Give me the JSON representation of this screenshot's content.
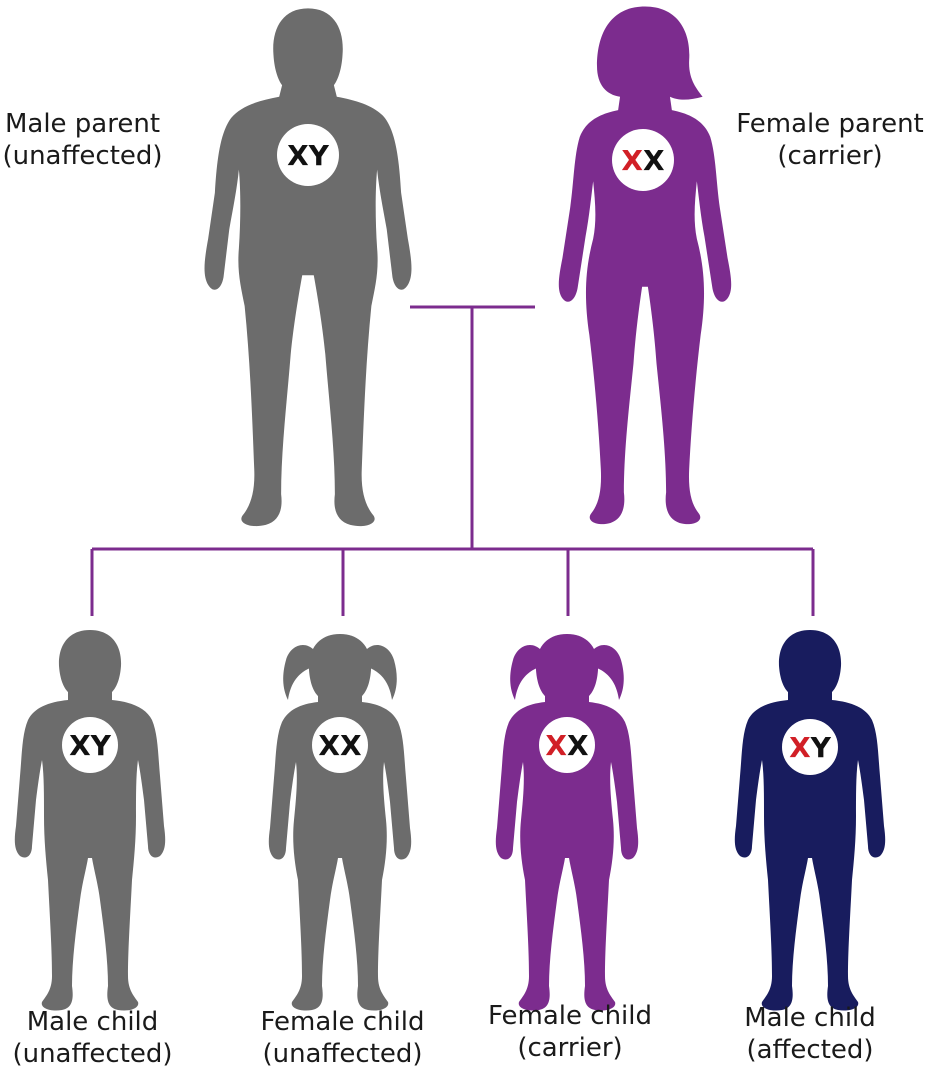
{
  "colors": {
    "unaffected": "#6c6c6c",
    "carrier": "#7c2c8e",
    "affected": "#181c5e",
    "line": "#7c2c8e",
    "x_normal": "#111111",
    "x_mutated": "#d11f26",
    "circle": "#ffffff"
  },
  "parents": [
    {
      "id": "male-parent",
      "line1": "Male parent",
      "line2": "(unaffected)",
      "body": "adult-male",
      "status": "unaffected",
      "genotype": [
        {
          "c": "X",
          "mutated": false
        },
        {
          "c": "Y",
          "mutated": false
        }
      ]
    },
    {
      "id": "female-parent",
      "line1": "Female parent",
      "line2": "(carrier)",
      "body": "adult-female",
      "status": "carrier",
      "genotype": [
        {
          "c": "X",
          "mutated": true
        },
        {
          "c": "X",
          "mutated": false
        }
      ]
    }
  ],
  "children": [
    {
      "id": "male-child-unaffected",
      "line1": "Male child",
      "line2": "(unaffected)",
      "body": "boy",
      "status": "unaffected",
      "genotype": [
        {
          "c": "X",
          "mutated": false
        },
        {
          "c": "Y",
          "mutated": false
        }
      ]
    },
    {
      "id": "female-child-unaffected",
      "line1": "Female child",
      "line2": "(unaffected)",
      "body": "girl",
      "status": "unaffected",
      "genotype": [
        {
          "c": "X",
          "mutated": false
        },
        {
          "c": "X",
          "mutated": false
        }
      ]
    },
    {
      "id": "female-child-carrier",
      "line1": "Female child",
      "line2": "(carrier)",
      "body": "girl",
      "status": "carrier",
      "genotype": [
        {
          "c": "X",
          "mutated": true
        },
        {
          "c": "X",
          "mutated": false
        }
      ]
    },
    {
      "id": "male-child-affected",
      "line1": "Male child",
      "line2": "(affected)",
      "body": "boy",
      "status": "affected",
      "genotype": [
        {
          "c": "X",
          "mutated": true
        },
        {
          "c": "Y",
          "mutated": false
        }
      ]
    }
  ]
}
